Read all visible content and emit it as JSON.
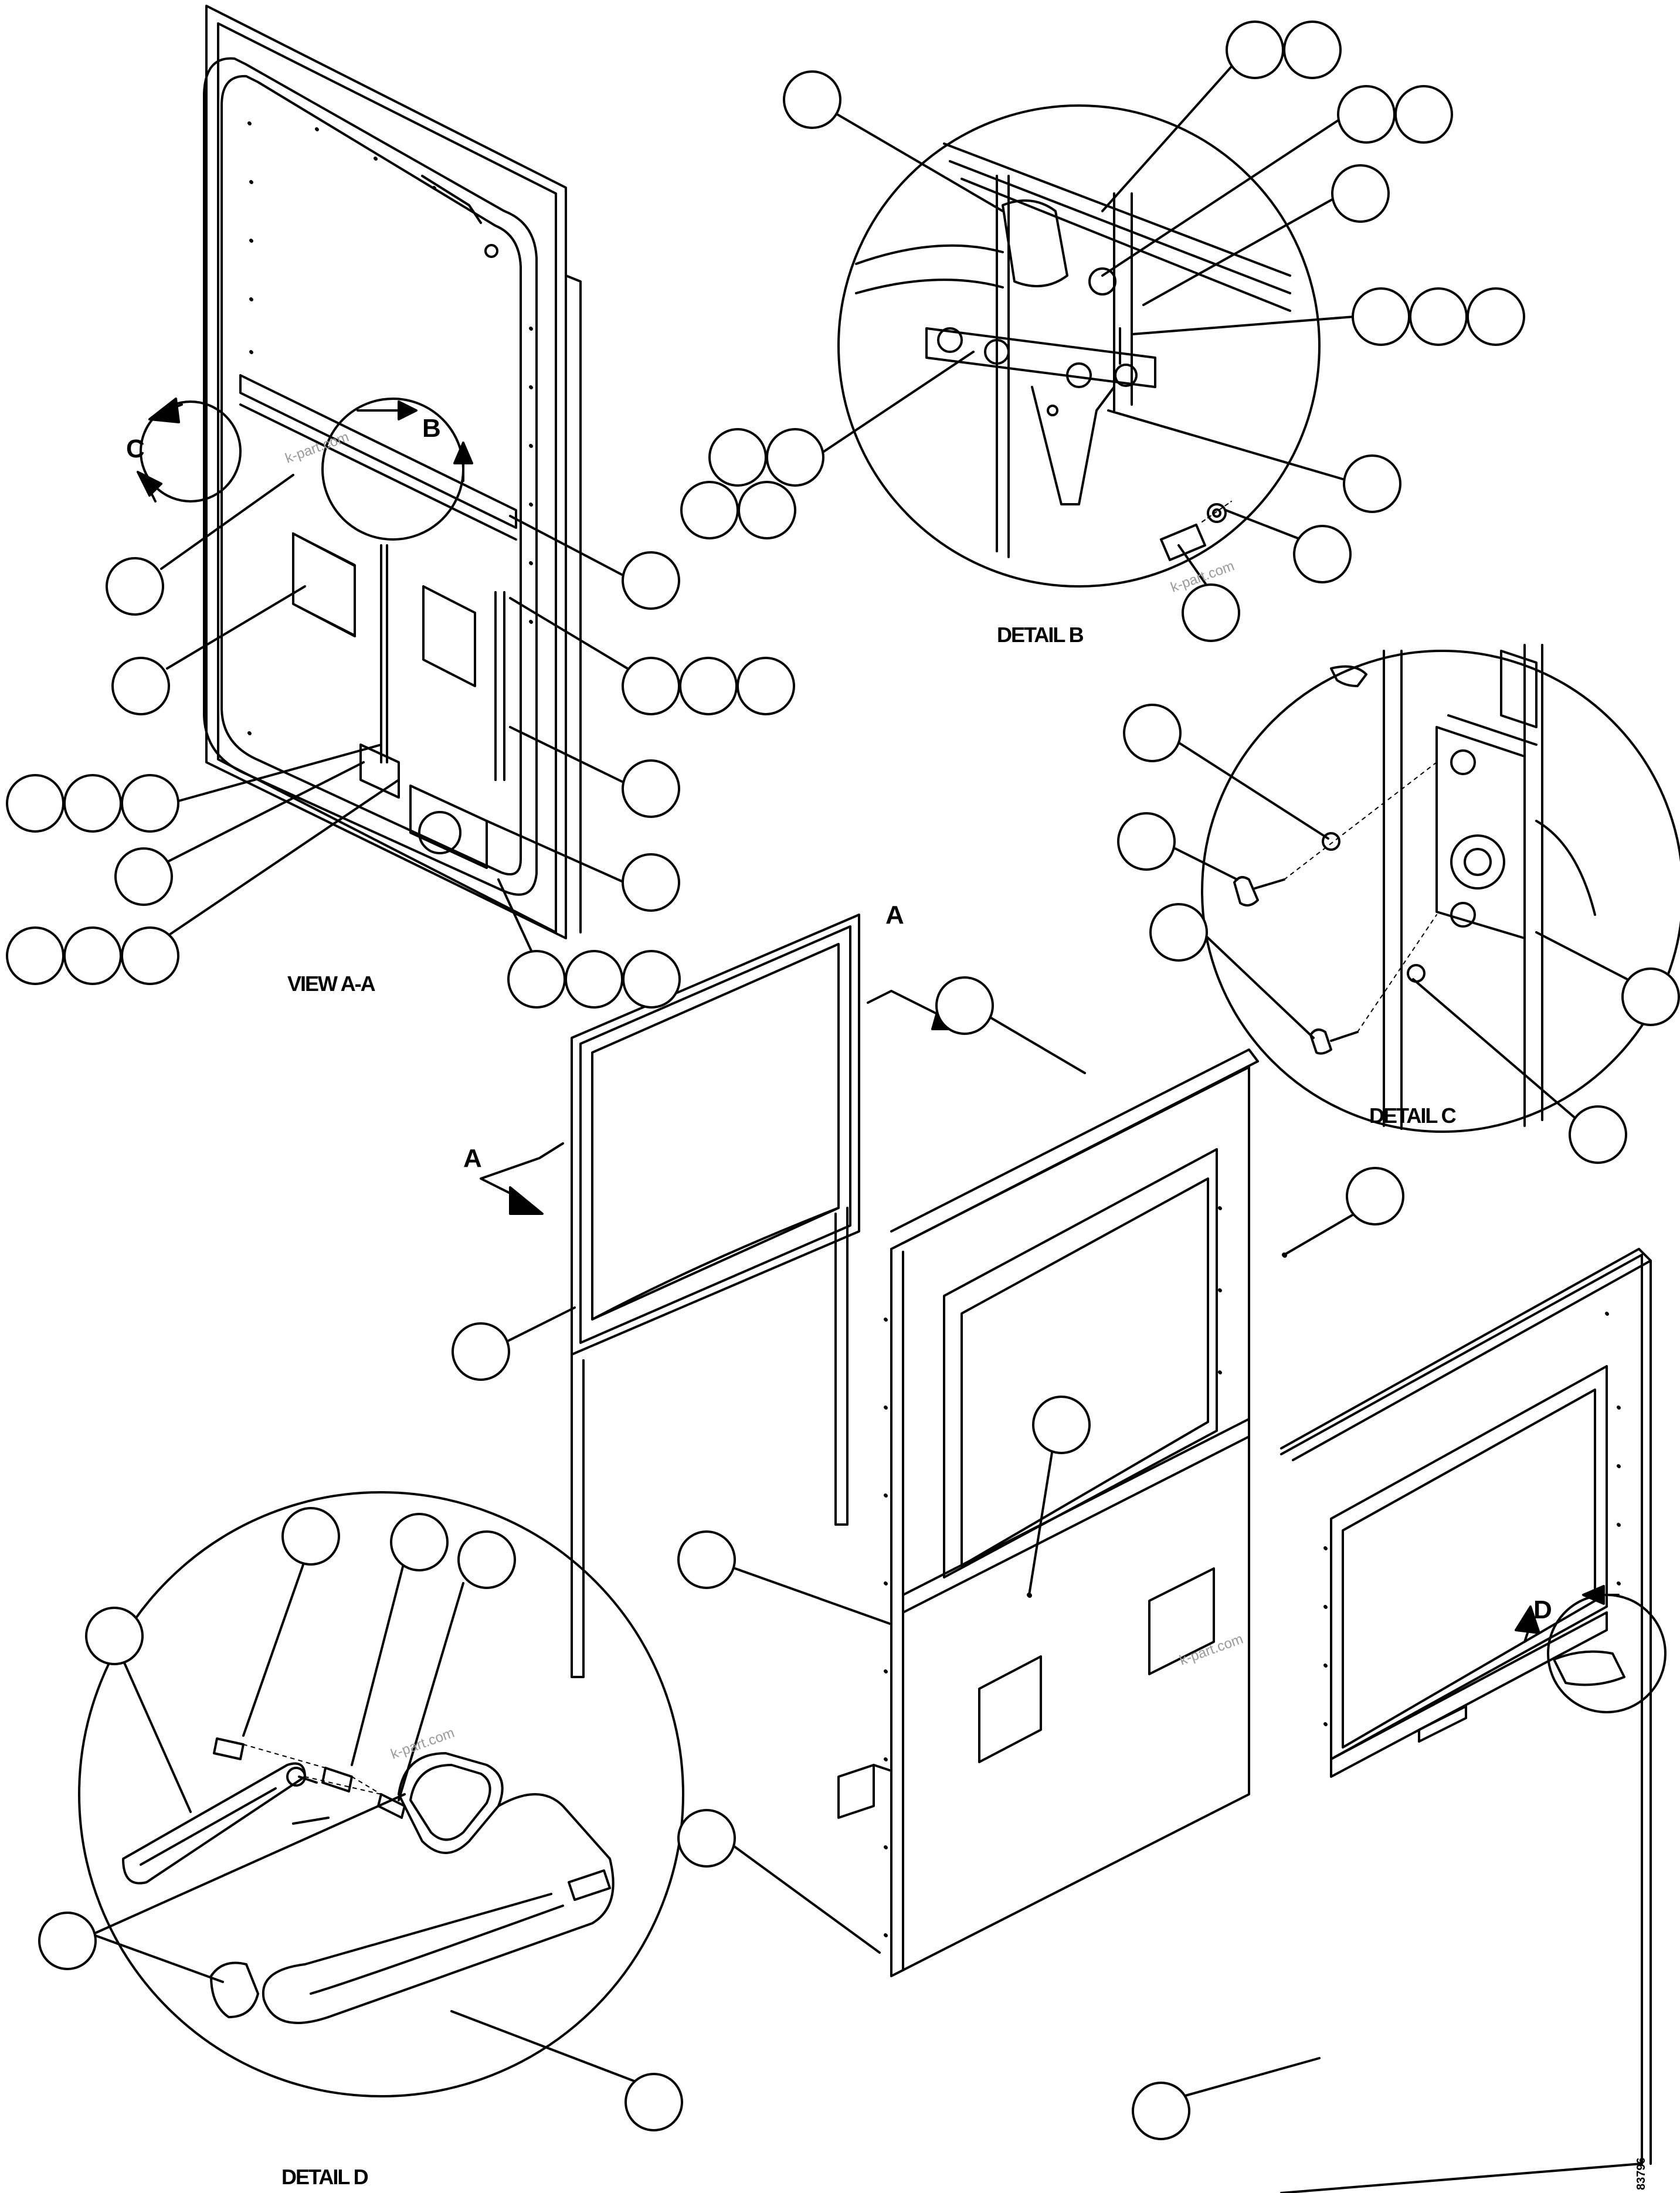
{
  "view_labels": {
    "view_aa": "VIEW A-A",
    "detail_b": "DETAIL B",
    "detail_c": "DETAIL C",
    "detail_d": "DETAIL D"
  },
  "section_letters": {
    "a_top": "A",
    "a_left": "A",
    "b": "B",
    "c": "C",
    "d": "D"
  },
  "watermark": "k-part.com",
  "figure_id": "83796",
  "colors": {
    "line": "#000000",
    "watermark": "#9a9a9a",
    "background": "#ffffff"
  }
}
